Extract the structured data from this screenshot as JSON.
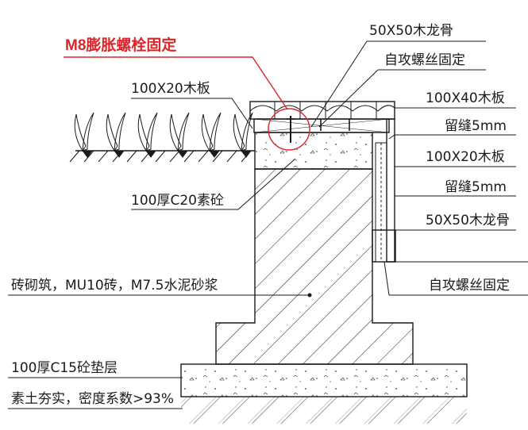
{
  "labels": {
    "bolt": "M8膨胀螺栓固定",
    "joist_top": "50X50木龙骨",
    "screw_top": "自攻螺丝固定",
    "deck_board": "100X20木板",
    "top_board": "100X40木板",
    "gap_top": "留缝5mm",
    "side_board": "100X20木板",
    "gap_side": "留缝5mm",
    "joist_side": "50X50木龙骨",
    "concrete_cap": "100厚C20素砼",
    "brick_wall": "砖砌筑，MU10砖，M7.5水泥砂浆",
    "screw_side": "自攻螺丝固定",
    "cushion": "100厚C15砼垫层",
    "soil": "素土夯实，密度系数>93%"
  },
  "colors": {
    "highlight": "#d9262b",
    "line": "#1a1a1a"
  }
}
